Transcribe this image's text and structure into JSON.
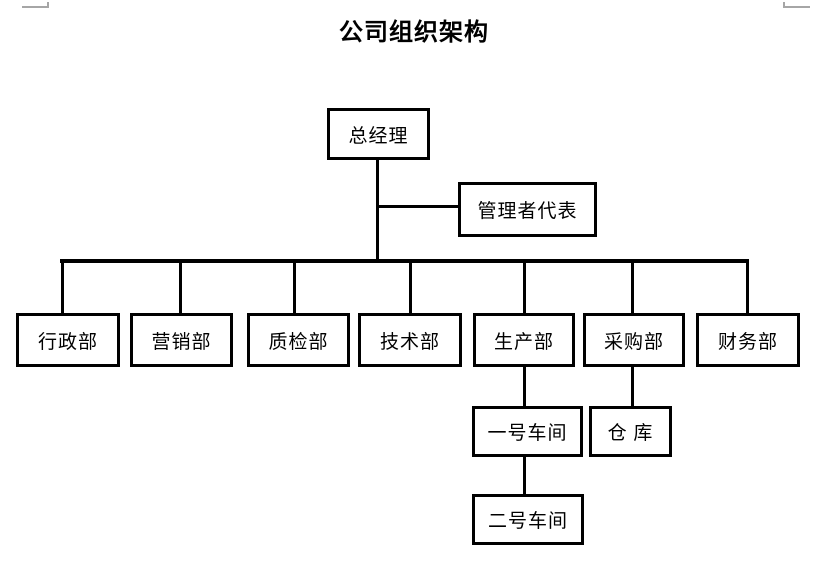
{
  "doc": {
    "title": "公司组织架构"
  },
  "org": {
    "root": {
      "label": "总经理"
    },
    "rep": {
      "label": "管理者代表"
    },
    "departments": [
      {
        "label": "行政部"
      },
      {
        "label": "营销部"
      },
      {
        "label": "质检部"
      },
      {
        "label": "技术部"
      },
      {
        "label": "生产部"
      },
      {
        "label": "采购部"
      },
      {
        "label": "财务部"
      }
    ],
    "workshop1": {
      "label": "一号车间"
    },
    "warehouse": {
      "label": "仓 库"
    },
    "workshop2": {
      "label": "二号车间"
    },
    "hierarchy": [
      {
        "parent": "总经理",
        "child": "管理者代表",
        "type": "staff"
      },
      {
        "parent": "总经理",
        "child": "行政部"
      },
      {
        "parent": "总经理",
        "child": "营销部"
      },
      {
        "parent": "总经理",
        "child": "质检部"
      },
      {
        "parent": "总经理",
        "child": "技术部"
      },
      {
        "parent": "总经理",
        "child": "生产部"
      },
      {
        "parent": "总经理",
        "child": "采购部"
      },
      {
        "parent": "总经理",
        "child": "财务部"
      },
      {
        "parent": "生产部",
        "child": "一号车间"
      },
      {
        "parent": "一号车间",
        "child": "二号车间"
      },
      {
        "parent": "采购部",
        "child": "仓 库"
      }
    ]
  },
  "colors": {
    "line": "#000000",
    "background": "#ffffff",
    "margin_mark": "#a6a6a6"
  }
}
